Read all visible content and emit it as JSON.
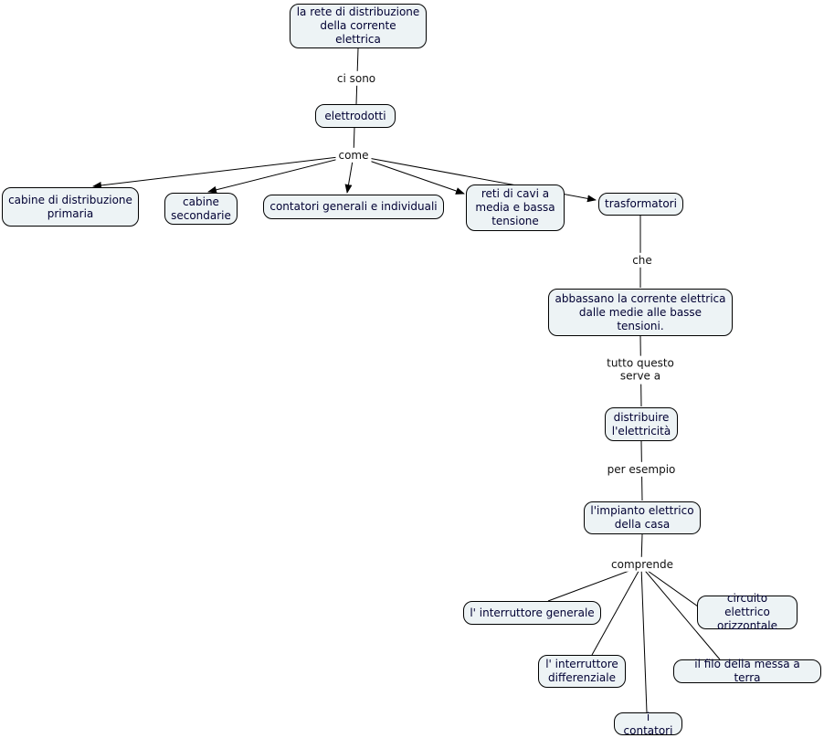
{
  "map_title": "la rete di distribuzione della corrente elettrica",
  "colors": {
    "node_fill": "#edf3f5",
    "node_border": "#000000",
    "node_text": "#000033",
    "line": "#000000",
    "background": "#ffffff"
  },
  "nodes": {
    "root": {
      "label": "la rete di distribuzione della corrente elettrica"
    },
    "elettrodotti": {
      "label": "elettrodotti"
    },
    "cabine_primaria": {
      "label": "cabine di distribuzione primaria"
    },
    "cabine_secondarie": {
      "label": "cabine secondarie"
    },
    "contatori_generali": {
      "label": "contatori generali e individuali"
    },
    "reti_cavi": {
      "label": "reti di cavi a media e bassa tensione"
    },
    "trasformatori": {
      "label": "trasformatori"
    },
    "abbassano": {
      "label": "abbassano la corrente elettrica dalle medie alle basse tensioni."
    },
    "distribuire": {
      "label": "distribuire l'elettricità"
    },
    "impianto": {
      "label": "l'impianto elettrico della casa"
    },
    "interruttore_generale": {
      "label": "l' interruttore generale"
    },
    "circuito_orizzontale": {
      "label": "circuito elettrico orizzontale"
    },
    "interruttore_differenziale": {
      "label": "l' interruttore differenziale"
    },
    "filo_terra": {
      "label": "il filo della messa a terra"
    },
    "contatori": {
      "label": "i contatori"
    }
  },
  "link_labels": {
    "ci_sono": "ci sono",
    "come": "come",
    "che": "che",
    "tutto_questo_serve_a": "tutto questo serve a",
    "per_esempio": "per esempio",
    "comprende": "comprende"
  }
}
